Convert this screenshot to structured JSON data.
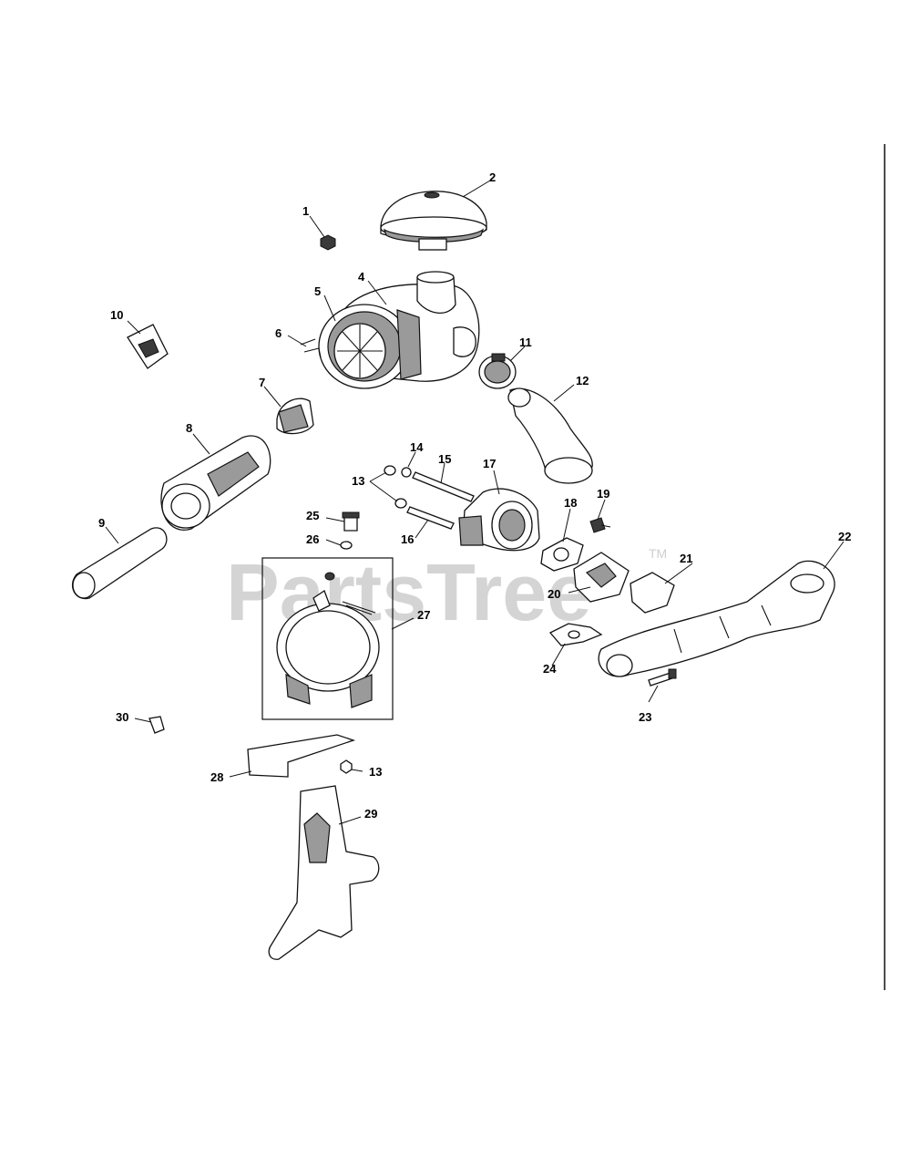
{
  "watermark": {
    "text": "PartsTree",
    "tm": "TM"
  },
  "callouts": [
    {
      "id": "c1",
      "text": "1"
    },
    {
      "id": "c2",
      "text": "2"
    },
    {
      "id": "c4",
      "text": "4"
    },
    {
      "id": "c5",
      "text": "5"
    },
    {
      "id": "c6",
      "text": "6"
    },
    {
      "id": "c7",
      "text": "7"
    },
    {
      "id": "c8",
      "text": "8"
    },
    {
      "id": "c9",
      "text": "9"
    },
    {
      "id": "c10",
      "text": "10"
    },
    {
      "id": "c11",
      "text": "11"
    },
    {
      "id": "c12",
      "text": "12"
    },
    {
      "id": "c13a",
      "text": "13"
    },
    {
      "id": "c14",
      "text": "14"
    },
    {
      "id": "c15",
      "text": "15"
    },
    {
      "id": "c16",
      "text": "16"
    },
    {
      "id": "c17",
      "text": "17"
    },
    {
      "id": "c18",
      "text": "18"
    },
    {
      "id": "c19",
      "text": "19"
    },
    {
      "id": "c20",
      "text": "20"
    },
    {
      "id": "c21",
      "text": "21"
    },
    {
      "id": "c22",
      "text": "22"
    },
    {
      "id": "c23",
      "text": "23"
    },
    {
      "id": "c24",
      "text": "24"
    },
    {
      "id": "c25",
      "text": "25"
    },
    {
      "id": "c26",
      "text": "26"
    },
    {
      "id": "c27",
      "text": "27"
    },
    {
      "id": "c28",
      "text": "28"
    },
    {
      "id": "c13b",
      "text": "13"
    },
    {
      "id": "c29",
      "text": "29"
    },
    {
      "id": "c30",
      "text": "30"
    }
  ],
  "colors": {
    "line": "#111111",
    "shade": "#9a9a9a",
    "watermark": "#d4d4d4"
  }
}
